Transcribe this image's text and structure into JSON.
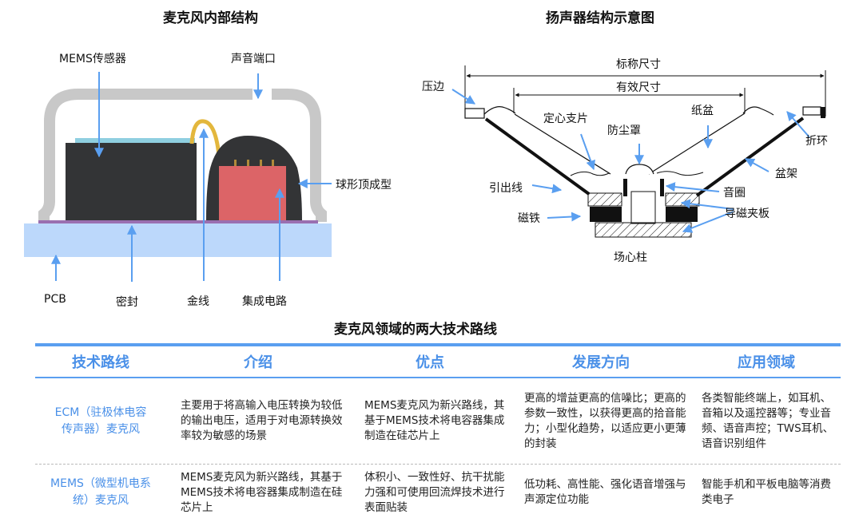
{
  "mic": {
    "title": "麦克风内部结构",
    "labels": {
      "mems_sensor": "MEMS传感器",
      "sound_port": "声音端口",
      "dome": "球形顶成型",
      "pcb": "PCB",
      "seal": "密封",
      "gold_wire": "金线",
      "ic": "集成电路"
    }
  },
  "speaker": {
    "title": "扬声器结构示意图",
    "labels": {
      "nominal_size": "标称尺寸",
      "effective_size": "有效尺寸",
      "edge_press": "压边",
      "spider": "定心支片",
      "dust_cap": "防尘罩",
      "cone": "纸盆",
      "surround": "折环",
      "frame": "盆架",
      "lead_wire": "引出线",
      "voice_coil": "音圈",
      "magnet": "磁铁",
      "plates": "导磁夹板",
      "pole": "场心柱"
    }
  },
  "table": {
    "title": "麦克风领域的两大技术路线",
    "headers": [
      "技术路线",
      "介绍",
      "优点",
      "发展方向",
      "应用领域"
    ],
    "rows": [
      {
        "route": "ECM（驻极体电容传声器）麦克风",
        "intro": "主要用于将高输入电压转换为较低的输出电压，适用于对电源转换效率较为敏感的场景",
        "advantages": "MEMS麦克风为新兴路线，其基于MEMS技术将电容器集成制造在硅芯片上",
        "direction": "更高的增益更高的信噪比；更高的参数一致性，以获得更高的拾音能力；小型化趋势，以适应更小更薄的封装",
        "application": "各类智能终端上，如耳机、音箱以及遥控器等；专业音频、语音声控；TWS耳机、语音识别组件"
      },
      {
        "route": "MEMS（微型机电系统）麦克风",
        "intro": "MEMS麦克风为新兴路线，其基于MEMS技术将电容器集成制造在硅芯片上",
        "advantages": "体积小、一致性好、抗干扰能力强和可使用回流焊技术进行表面贴装",
        "direction": "低功耗、高性能、强化语音增强与声源定位功能",
        "application": "智能手机和平板电脑等消费类电子"
      }
    ]
  },
  "colors": {
    "accent_blue": "#4a90e8",
    "arrow_blue": "#5a9ff0",
    "pcb_blue": "#bcd8fb",
    "chip_dark": "#333436",
    "ic_red": "#dc6467",
    "gold": "#e3b73d",
    "housing_gray": "#c8c8c8",
    "sensor_cyan": "#8fcfe0",
    "seal_purple": "#9a6fb0"
  }
}
